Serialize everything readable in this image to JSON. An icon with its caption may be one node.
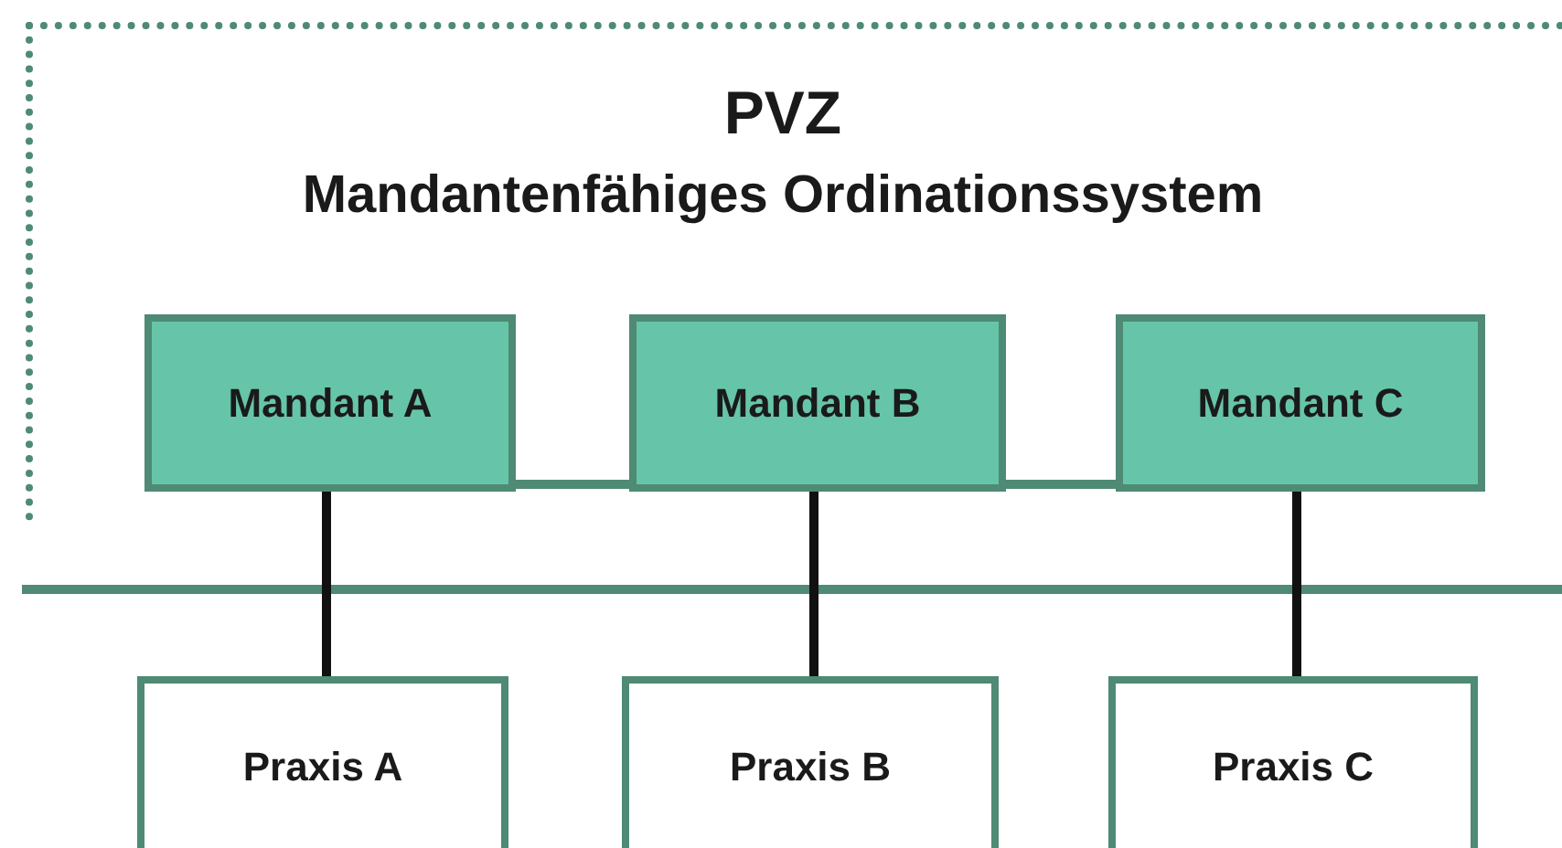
{
  "diagram": {
    "nodes": [
      {
        "text": [
          "PVZ",
          "Mandantenfähiges Ordinationssystem"
        ]
      },
      {
        "text": [
          "Mandant A"
        ],
        "in": 0
      },
      {
        "text": [
          "Mandant B"
        ],
        "in": 0
      },
      {
        "text": [
          "Mandant C"
        ],
        "in": 0
      },
      {
        "text": [
          "Praxis A"
        ]
      },
      {
        "text": [
          "Praxis B"
        ]
      },
      {
        "text": [
          "Praxis C"
        ]
      }
    ],
    "edges": [
      {
        "from": 1,
        "to": 4,
        "arrow": "none"
      },
      {
        "from": 2,
        "to": 5,
        "arrow": "none"
      },
      {
        "from": 3,
        "to": 6,
        "arrow": "none"
      },
      {
        "from": 1,
        "to": 2,
        "arrow": "none",
        "color": "#4e8a74"
      },
      {
        "from": 2,
        "to": 3,
        "arrow": "none",
        "color": "#4e8a74"
      }
    ]
  }
}
